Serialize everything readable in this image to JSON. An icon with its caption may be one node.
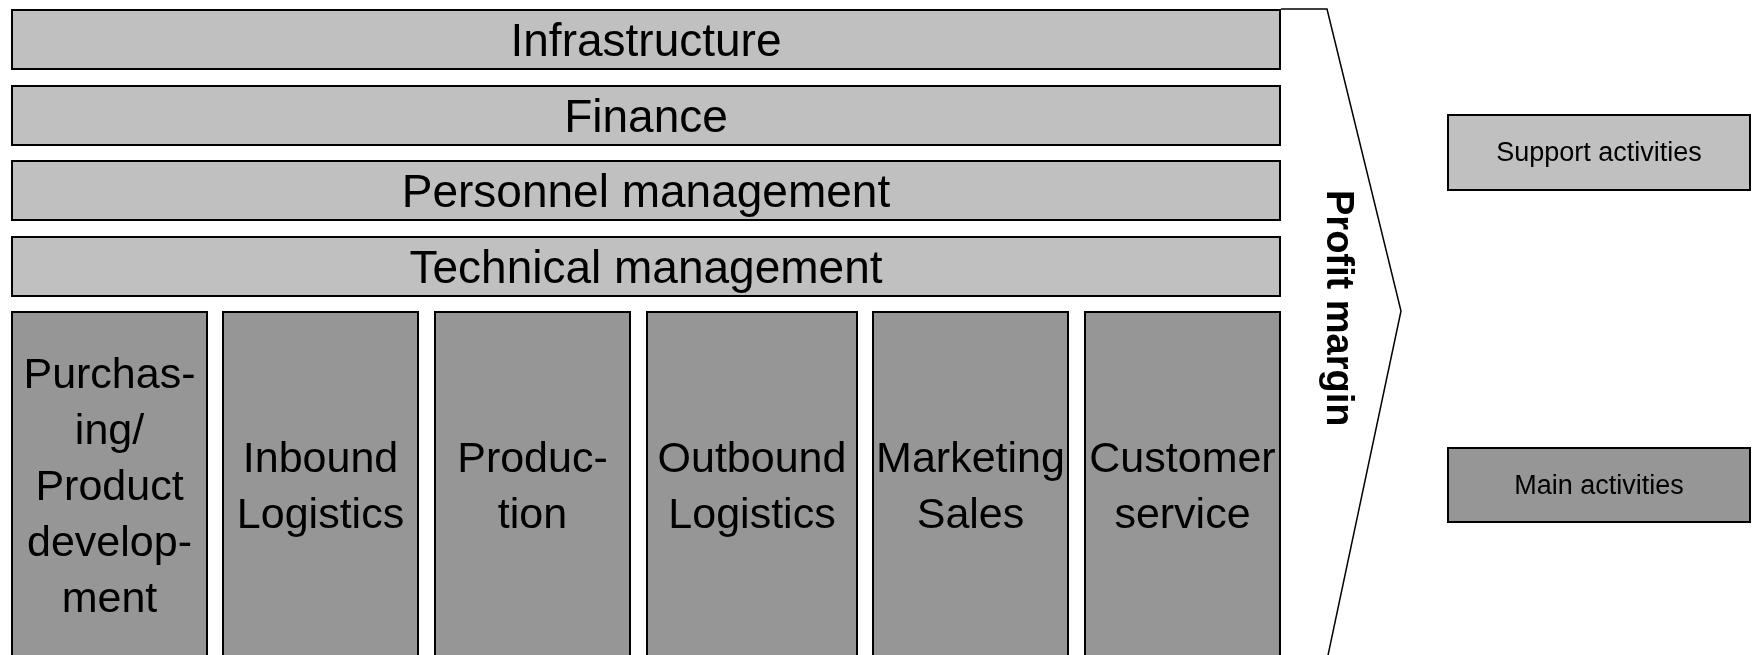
{
  "diagram": {
    "nodes": [
      {
        "text": [
          "Profit margin"
        ]
      },
      {
        "text": [
          "Infrastructure"
        ]
      },
      {
        "text": [
          "Finance"
        ]
      },
      {
        "text": [
          "Personnel management"
        ]
      },
      {
        "text": [
          "Technical management"
        ]
      },
      {
        "text": [
          "Purchas-ing/ Product develop-ment"
        ]
      },
      {
        "text": [
          "Inbound Logistics"
        ]
      },
      {
        "text": [
          "Produc-tion"
        ]
      },
      {
        "text": [
          "Outbound Logistics"
        ]
      },
      {
        "text": [
          "Marketing Sales"
        ]
      },
      {
        "text": [
          "Customer service"
        ]
      }
    ],
    "edges": [],
    "legend": [
      {
        "text": "Support activities",
        "color": "#c0c0c0"
      },
      {
        "text": "Main activities",
        "color": "#969696"
      }
    ]
  }
}
